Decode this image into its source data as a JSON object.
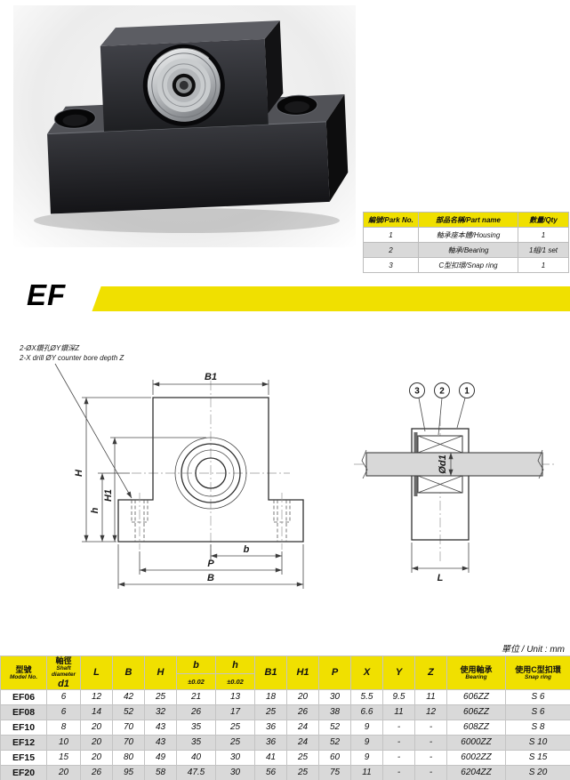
{
  "page": {
    "unit_note": "單位 / Unit : mm"
  },
  "title": {
    "text": "EF"
  },
  "colors": {
    "accent_yellow": "#F0E000",
    "table_alt_row": "#D9D9D9",
    "drawing_line": "#3C3C3C",
    "photo_metal_dark": "#202124",
    "photo_bearing_silver": "#C9CCCE"
  },
  "parts_table": {
    "headers": [
      "編號/Park No.",
      "部品名稱/Part name",
      "數量/Qty"
    ],
    "rows": [
      [
        "1",
        "軸承座本體/Housing",
        "1"
      ],
      [
        "2",
        "軸承/Bearing",
        "1組/1 set"
      ],
      [
        "3",
        "C型扣環/Snap ring",
        "1"
      ]
    ]
  },
  "drawing": {
    "note": {
      "line1": "2-ØX鑽孔ØY鑽深Z",
      "line2": "2-X drill ØY counter bore depth Z"
    },
    "front_view": {
      "b1": "B1",
      "h_total": "H",
      "h_center": "h",
      "h1": "H1",
      "b": "b",
      "p": "P",
      "b_total": "B"
    },
    "side_view": {
      "l": "L",
      "d1": "Ød1",
      "balloons": [
        "3",
        "2",
        "1"
      ]
    }
  },
  "spec_table": {
    "col_headers": [
      {
        "zh": "型號",
        "en": "Model No."
      },
      {
        "zh": "軸徑",
        "en": "Shaft diameter",
        "sym": "d1"
      },
      {
        "sym": "L"
      },
      {
        "sym": "B"
      },
      {
        "sym": "H"
      },
      {
        "sym": "b",
        "tol": "±0.02"
      },
      {
        "sym": "h",
        "tol": "±0.02"
      },
      {
        "sym": "B1"
      },
      {
        "sym": "H1"
      },
      {
        "sym": "P"
      },
      {
        "sym": "X"
      },
      {
        "sym": "Y"
      },
      {
        "sym": "Z"
      },
      {
        "zh": "使用軸承",
        "en": "Bearing"
      },
      {
        "zh": "使用C型扣環",
        "en": "Snap ring"
      }
    ],
    "rows": [
      {
        "model": "EF06",
        "values": [
          "6",
          "12",
          "42",
          "25",
          "21",
          "13",
          "18",
          "20",
          "30",
          "5.5",
          "9.5",
          "11",
          "606ZZ",
          "S 6"
        ]
      },
      {
        "model": "EF08",
        "values": [
          "6",
          "14",
          "52",
          "32",
          "26",
          "17",
          "25",
          "26",
          "38",
          "6.6",
          "11",
          "12",
          "606ZZ",
          "S 6"
        ]
      },
      {
        "model": "EF10",
        "values": [
          "8",
          "20",
          "70",
          "43",
          "35",
          "25",
          "36",
          "24",
          "52",
          "9",
          "-",
          "-",
          "608ZZ",
          "S 8"
        ]
      },
      {
        "model": "EF12",
        "values": [
          "10",
          "20",
          "70",
          "43",
          "35",
          "25",
          "36",
          "24",
          "52",
          "9",
          "-",
          "-",
          "6000ZZ",
          "S 10"
        ]
      },
      {
        "model": "EF15",
        "values": [
          "15",
          "20",
          "80",
          "49",
          "40",
          "30",
          "41",
          "25",
          "60",
          "9",
          "-",
          "-",
          "6002ZZ",
          "S 15"
        ]
      },
      {
        "model": "EF20",
        "values": [
          "20",
          "26",
          "95",
          "58",
          "47.5",
          "30",
          "56",
          "25",
          "75",
          "11",
          "-",
          "-",
          "6204ZZ",
          "S 20"
        ]
      }
    ]
  }
}
